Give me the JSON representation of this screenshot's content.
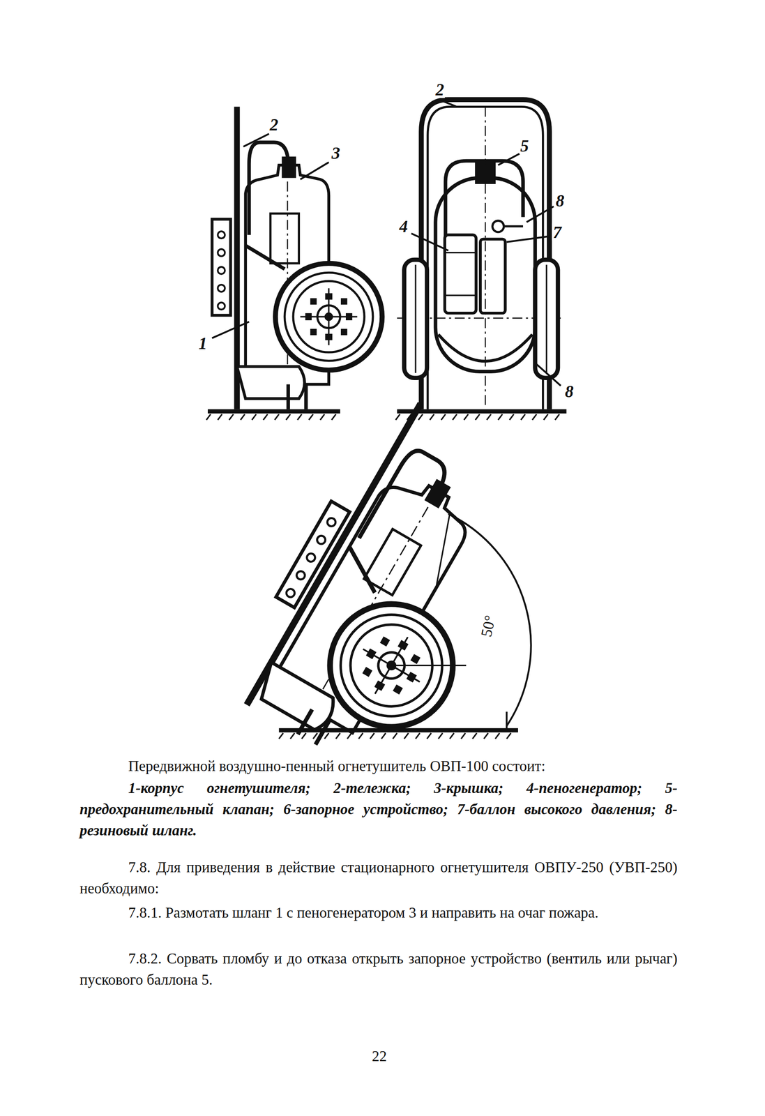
{
  "diagram": {
    "caption": "Передвижной воздушно-пенный огнетушитель ОВП-100 состоит:",
    "labels": [
      "2",
      "3",
      "1",
      "2",
      "5",
      "8",
      "4",
      "7",
      "8",
      "50°",
      "1-корпус огнетушителя; 2-тележка; 3-крышка; 4-пеногенератор; 5-предохранительный клапан; 6-запорное устройство; 7-баллон высокого давления; 8-резиновый шланг.",
      "7.8. Для приведения в действие стационарного огнетушителя ОВПУ-250 (УВП-250) необходимо:",
      "7.8.1. Размотать шланг 1 с пеногенератором 3 и направить на очаг пожара.",
      "7.8.2. Сорвать пломбу и до отказа открыть запорное устройство (вентиль или рычаг) пускового баллона 5.",
      "22"
    ]
  }
}
